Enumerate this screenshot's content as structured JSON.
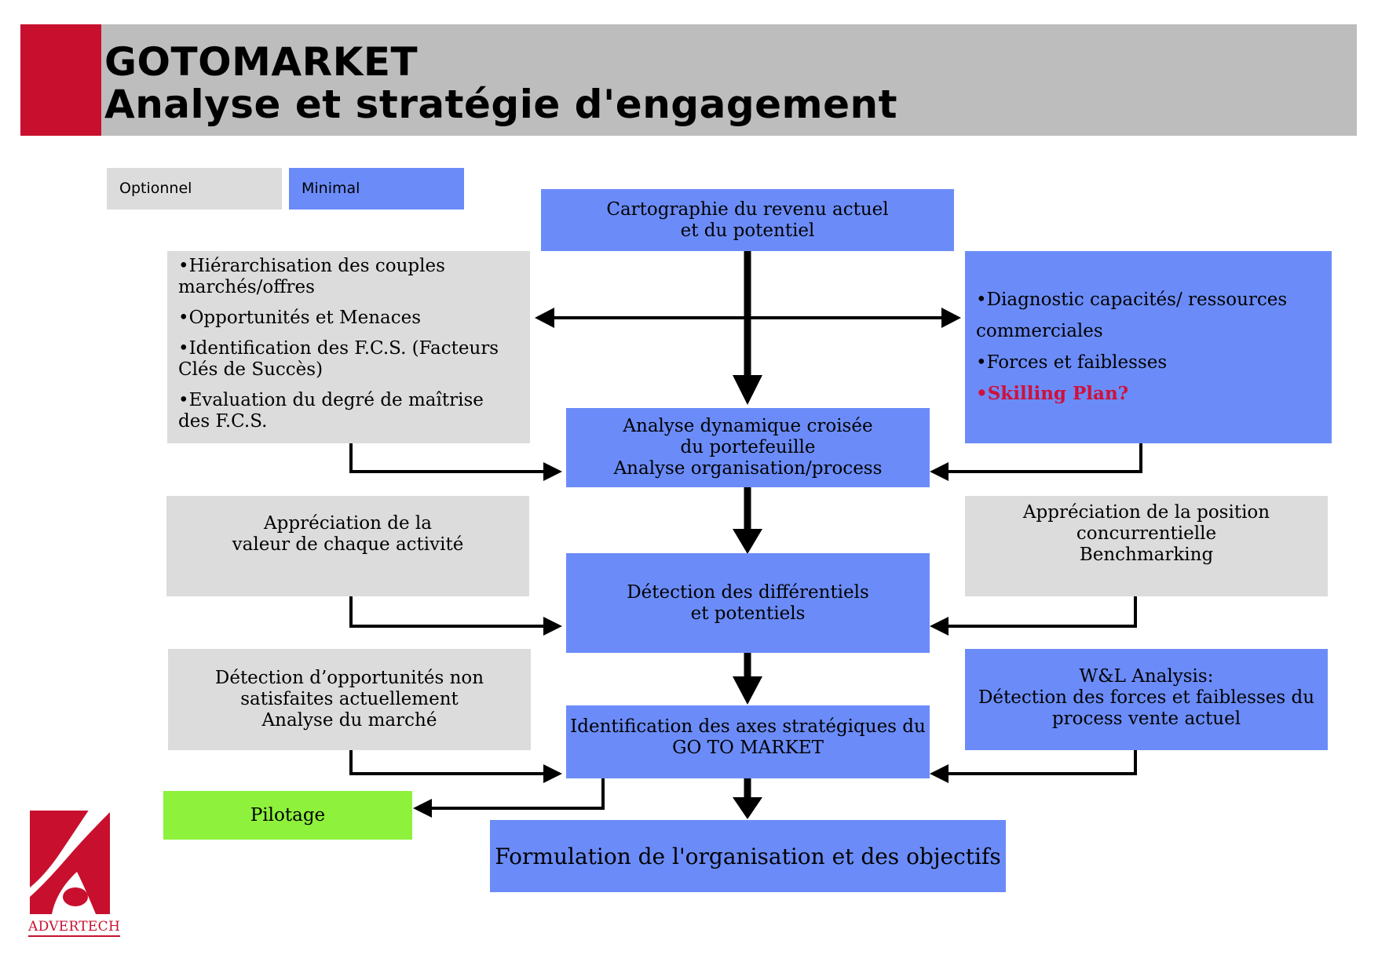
{
  "title": {
    "line1": "GOTOMARKET",
    "line2": "Analyse et stratégie d'engagement"
  },
  "legend": {
    "optional": "Optionnel",
    "minimal": "Minimal"
  },
  "colors": {
    "minimal": "#6b8cf8",
    "optional": "#dcdcdc",
    "pilotage": "#8ef13c",
    "brand_red": "#c8102e",
    "header_grey": "#bdbdbd",
    "highlight": "#d0103a"
  },
  "nodes": {
    "cartographie": {
      "line1": "Cartographie du revenu actuel",
      "line2": "et du potentiel"
    },
    "left_list": {
      "items": [
        "•Hiérarchisation des couples marchés/offres",
        "•Opportunités et Menaces",
        "•Identification des F.C.S. (Facteurs Clés de Succès)",
        "•Evaluation du degré de maîtrise des F.C.S."
      ]
    },
    "right_list": {
      "item1": "•Diagnostic capacités/ ressources commerciales",
      "item2": "•Forces et faiblesses",
      "item3": "•Skilling Plan?"
    },
    "analyse": {
      "line1": "Analyse dynamique croisée",
      "line2": "du portefeuille",
      "line3": "Analyse organisation/process"
    },
    "appreciation_valeur": {
      "line1": "Appréciation de la",
      "line2": "valeur de chaque activité"
    },
    "appreciation_position": {
      "line1": "Appréciation de la position",
      "line2": "concurrentielle",
      "line3": "Benchmarking"
    },
    "detection_diff": {
      "line1": "Détection des différentiels",
      "line2": "et potentiels"
    },
    "detection_opp": {
      "line1": "Détection d’opportunités non",
      "line2": "satisfaites actuellement",
      "line3": "Analyse du marché"
    },
    "wl_analysis": {
      "line1": "W&L Analysis:",
      "line2": "Détection des forces et faiblesses  du",
      "line3": "process vente actuel"
    },
    "identification": {
      "line1": "Identification des axes stratégiques du",
      "line2": "GO TO MARKET"
    },
    "pilotage": {
      "label": "Pilotage"
    },
    "formulation": {
      "label": "Formulation de l'organisation et des objectifs"
    }
  },
  "logo": {
    "icon": "advertech-logo-icon",
    "text": "ADVERTECH"
  }
}
